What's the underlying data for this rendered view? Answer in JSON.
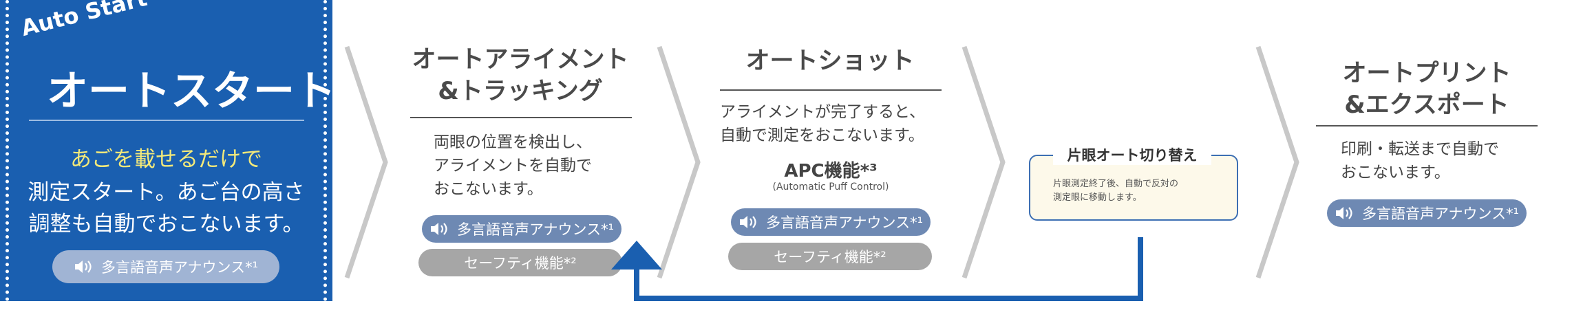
{
  "start": {
    "en_title": "Auto Start",
    "title": "オートスタート",
    "highlight": "あごを載せるだけで",
    "line2": "測定スタート。あご台の高さ",
    "line3": "調整も自動でおこないます。",
    "pill": "多言語音声アナウンス*¹"
  },
  "steps": [
    {
      "heading_lines": [
        "オートアライメント",
        "&トラッキング"
      ],
      "body_lines": [
        "両眼の位置を検出し、",
        "アライメントを自動で",
        "おこないます。"
      ],
      "pill_announce": "多言語音声アナウンス*¹",
      "pill_safety": "セーフティ機能*²"
    },
    {
      "heading": "オートショット",
      "body_lines": [
        "アライメントが完了すると、",
        "自動で測定をおこないます。"
      ],
      "apc": "APC機能*³",
      "apc_sub": "(Automatic Puff Control)",
      "pill_announce": "多言語音声アナウンス*¹",
      "pill_safety": "セーフティ機能*²"
    },
    {
      "heading_lines": [
        "オートプリント",
        "&エクスポート"
      ],
      "body_lines": [
        "印刷・転送まで自動で",
        "おこないます。"
      ],
      "pill_announce": "多言語音声アナウンス*¹"
    }
  ],
  "switch": {
    "title": "片眼オート切り替え",
    "body_lines": [
      "片眼測定終了後、自動で反対の",
      "測定眼に移動します。"
    ]
  },
  "colors": {
    "blue_panel": "#1a5fb0",
    "loop_arrow": "#1a5fb0",
    "pill_announce": "#6e89b3",
    "pill_safety": "#a6a6a6",
    "highlight_text": "#f3e97a",
    "chevron": "#c8c8c8"
  }
}
